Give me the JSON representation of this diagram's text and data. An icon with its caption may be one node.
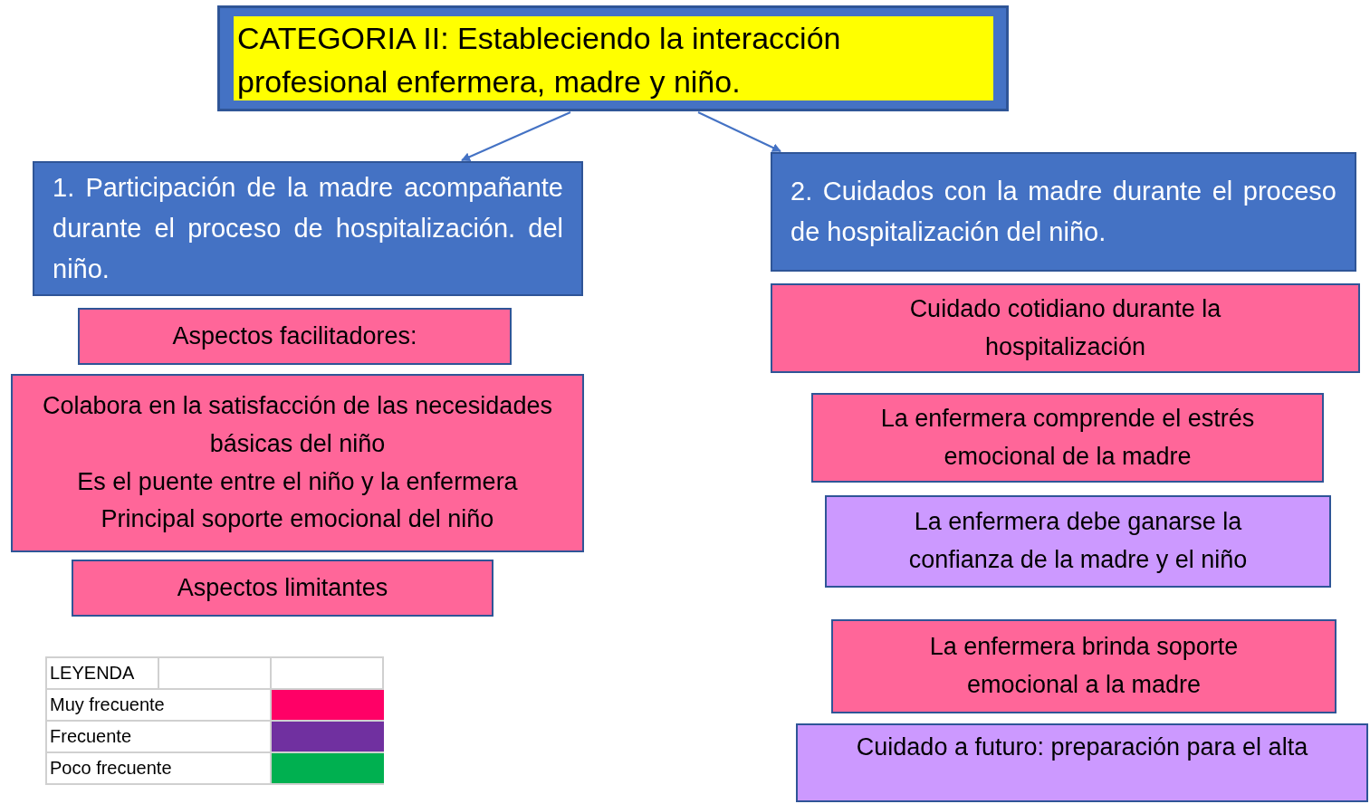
{
  "diagram": {
    "nodes": [
      {
        "text": [
          "CATEGORIA II: Estableciendo la interacción profesional enfermera, madre y niño."
        ]
      },
      {
        "text": [
          "1. Participación de la madre acompañante durante el proceso de hospitalización. del niño."
        ]
      },
      {
        "text": [
          "2. Cuidados con la madre durante el proceso de hospitalización del niño."
        ]
      },
      {
        "text": [
          "Aspectos facilitadores:"
        ]
      },
      {
        "text": [
          "Colabora en la satisfacción de las necesidades básicas del niño",
          "Es el puente entre el niño y la enfermera",
          "Principal soporte emocional del niño"
        ]
      },
      {
        "text": [
          "Aspectos limitantes"
        ]
      },
      {
        "text": [
          "Cuidado cotidiano durante la hospitalización"
        ]
      },
      {
        "text": [
          "La enfermera comprende el estrés emocional de la madre"
        ]
      },
      {
        "text": [
          "La enfermera debe ganarse la confianza de la madre y el niño"
        ]
      },
      {
        "text": [
          "La enfermera brinda soporte emocional a la madre"
        ]
      },
      {
        "text": [
          "Cuidado a futuro: preparación para el alta"
        ]
      }
    ],
    "edges": [
      {
        "from": 0,
        "to": 1,
        "arrow": "to"
      },
      {
        "from": 0,
        "to": 2,
        "arrow": "to"
      }
    ],
    "labels": [
      "LEYENDA"
    ],
    "legend": [
      {
        "text": "Muy frecuente",
        "color": "#ff0066"
      },
      {
        "text": "Frecuente",
        "color": "#7030a0"
      },
      {
        "text": "Poco frecuente",
        "color": "#00b050"
      }
    ]
  }
}
